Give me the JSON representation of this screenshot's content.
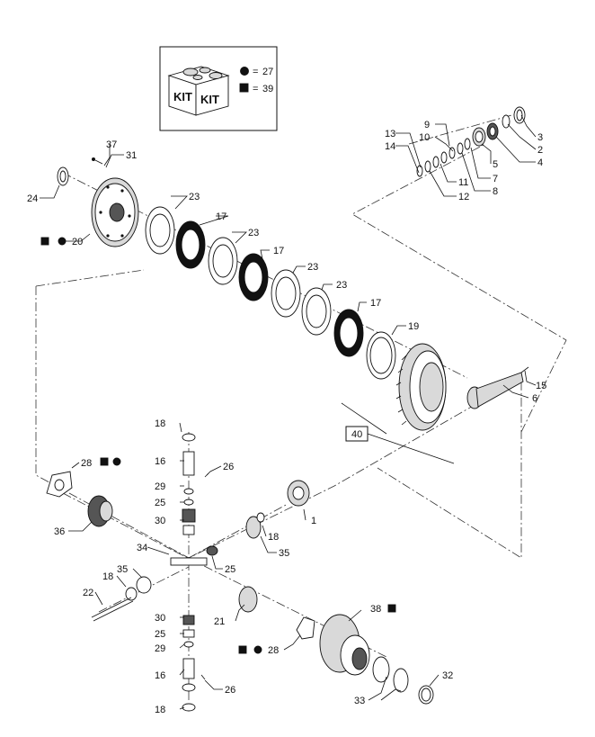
{
  "kit": {
    "box_text_left": "KIT",
    "box_text_right": "KIT",
    "legend": [
      {
        "symbol": "circle",
        "eq": "=",
        "value": "27"
      },
      {
        "symbol": "square",
        "eq": "=",
        "value": "39"
      }
    ]
  },
  "callouts": {
    "c1": "1",
    "c2": "2",
    "c3": "3",
    "c4": "4",
    "c5": "5",
    "c6": "6",
    "c7": "7",
    "c8": "8",
    "c9": "9",
    "c10": "10",
    "c11": "11",
    "c12": "12",
    "c13": "13",
    "c14": "14",
    "c15": "15",
    "c16a": "16",
    "c16b": "16",
    "c17a": "17",
    "c17b": "17",
    "c17c": "17",
    "c18a": "18",
    "c18b": "18",
    "c18c": "18",
    "c18d": "18",
    "c19": "19",
    "c20": "20",
    "c21": "21",
    "c22": "22",
    "c23a": "23",
    "c23b": "23",
    "c23c": "23",
    "c23d": "23",
    "c24": "24",
    "c25a": "25",
    "c25b": "25",
    "c25c": "25",
    "c26a": "26",
    "c26b": "26",
    "c28a": "28",
    "c28b": "28",
    "c29a": "29",
    "c29b": "29",
    "c30a": "30",
    "c30b": "30",
    "c31": "31",
    "c32": "32",
    "c33": "33",
    "c34": "34",
    "c35a": "35",
    "c35b": "35",
    "c36": "36",
    "c37": "37",
    "c38": "38",
    "c40": "40"
  }
}
